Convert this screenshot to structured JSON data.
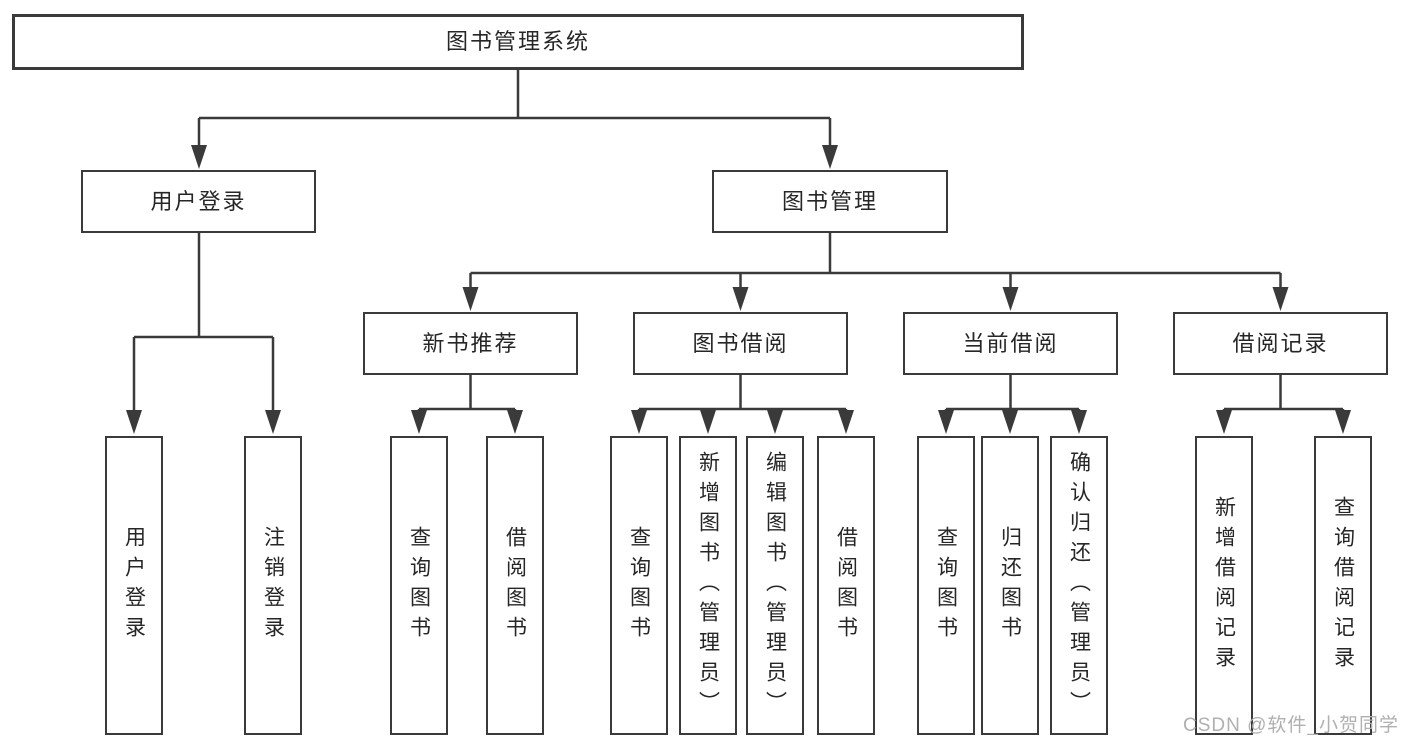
{
  "diagram": {
    "type": "hierarchy-tree",
    "root": {
      "label": "图书管理系统"
    },
    "branches": [
      {
        "label": "用户登录",
        "children": [
          {
            "label": "用户登录"
          },
          {
            "label": "注销登录"
          }
        ]
      },
      {
        "label": "图书管理",
        "sections": [
          {
            "label": "新书推荐",
            "children": [
              {
                "label": "查询图书"
              },
              {
                "label": "借阅图书"
              }
            ]
          },
          {
            "label": "图书借阅",
            "children": [
              {
                "label": "查询图书"
              },
              {
                "label": "新增图书（管理员）"
              },
              {
                "label": "编辑图书（管理员）"
              },
              {
                "label": "借阅图书"
              }
            ]
          },
          {
            "label": "当前借阅",
            "children": [
              {
                "label": "查询图书"
              },
              {
                "label": "归还图书"
              },
              {
                "label": "确认归还（管理员）"
              }
            ]
          },
          {
            "label": "借阅记录",
            "children": [
              {
                "label": "新增借阅记录"
              },
              {
                "label": "查询借阅记录"
              }
            ]
          }
        ]
      }
    ]
  },
  "watermark": {
    "text": "CSDN @软件_小贺同学"
  },
  "colors": {
    "line": "#3a3a3a",
    "text": "#262626",
    "box_fill": "#ffffff",
    "background": "#ffffff",
    "watermark": "#b0b0b0"
  }
}
